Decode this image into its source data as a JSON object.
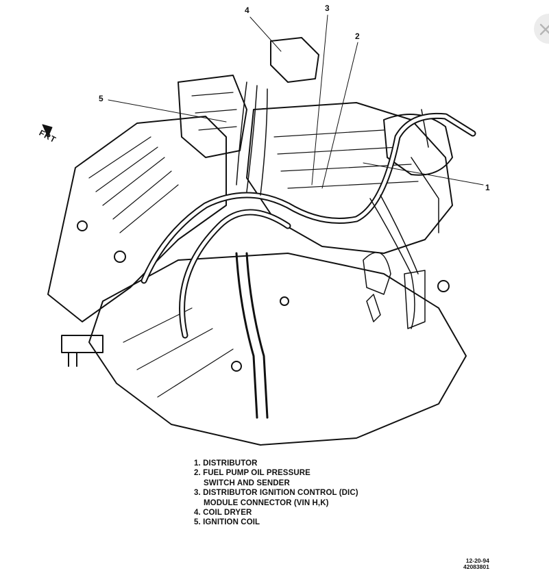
{
  "diagram": {
    "callouts": [
      "1",
      "2",
      "3",
      "4",
      "5"
    ],
    "orientation_label": "FRT",
    "legend": [
      "1. DISTRIBUTOR",
      "2. FUEL PUMP OIL PRESSURE",
      "SWITCH AND SENDER",
      "3. DISTRIBUTOR IGNITION CONTROL (DIC)",
      "MODULE CONNECTOR (VIN H,K)",
      "4. COIL DRYER",
      "5. IGNITION COIL"
    ],
    "drawing_date": "12-20-94",
    "drawing_number": "42083801"
  },
  "ui": {
    "close_icon": "close-icon"
  },
  "colors": {
    "ink": "#111111",
    "paper": "#ffffff",
    "button_bg": "#ececec"
  }
}
